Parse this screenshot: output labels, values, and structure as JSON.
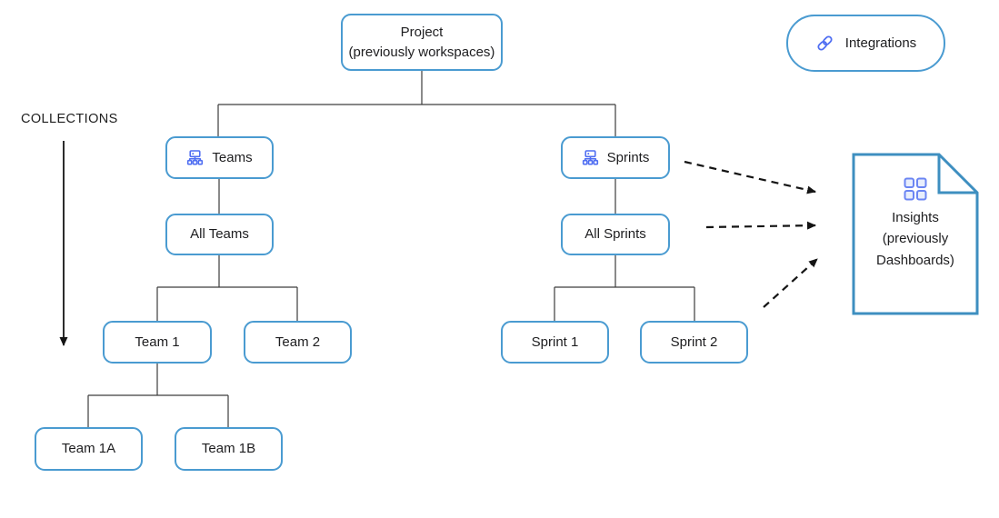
{
  "palette": {
    "box_border": "#4a9bd1",
    "doc_border": "#3e8fc0",
    "icon_blue": "#4f6ef2",
    "grid_icon": "#6b85f3",
    "grid_icon_fill": "#e8eefc",
    "connector": "#3d3d3d",
    "arrow": "#141414",
    "text": "#1d1d1f"
  },
  "collections": {
    "label": "COLLECTIONS"
  },
  "nodes": {
    "project": {
      "line1": "Project",
      "line2": "(previously workspaces)"
    },
    "teams": {
      "label": "Teams",
      "icon": "org-chart-icon"
    },
    "all_teams": {
      "label": "All Teams"
    },
    "team1": {
      "label": "Team 1"
    },
    "team2": {
      "label": "Team 2"
    },
    "team1a": {
      "label": "Team 1A"
    },
    "team1b": {
      "label": "Team 1B"
    },
    "sprints": {
      "label": "Sprints",
      "icon": "org-chart-icon"
    },
    "all_sprints": {
      "label": "All Sprints"
    },
    "sprint1": {
      "label": "Sprint 1"
    },
    "sprint2": {
      "label": "Sprint 2"
    }
  },
  "integrations": {
    "label": "Integrations",
    "icon": "link-icon"
  },
  "insights": {
    "icon": "grid-icon",
    "line1": "Insights",
    "line2": "(previously",
    "line3": "Dashboards)"
  }
}
